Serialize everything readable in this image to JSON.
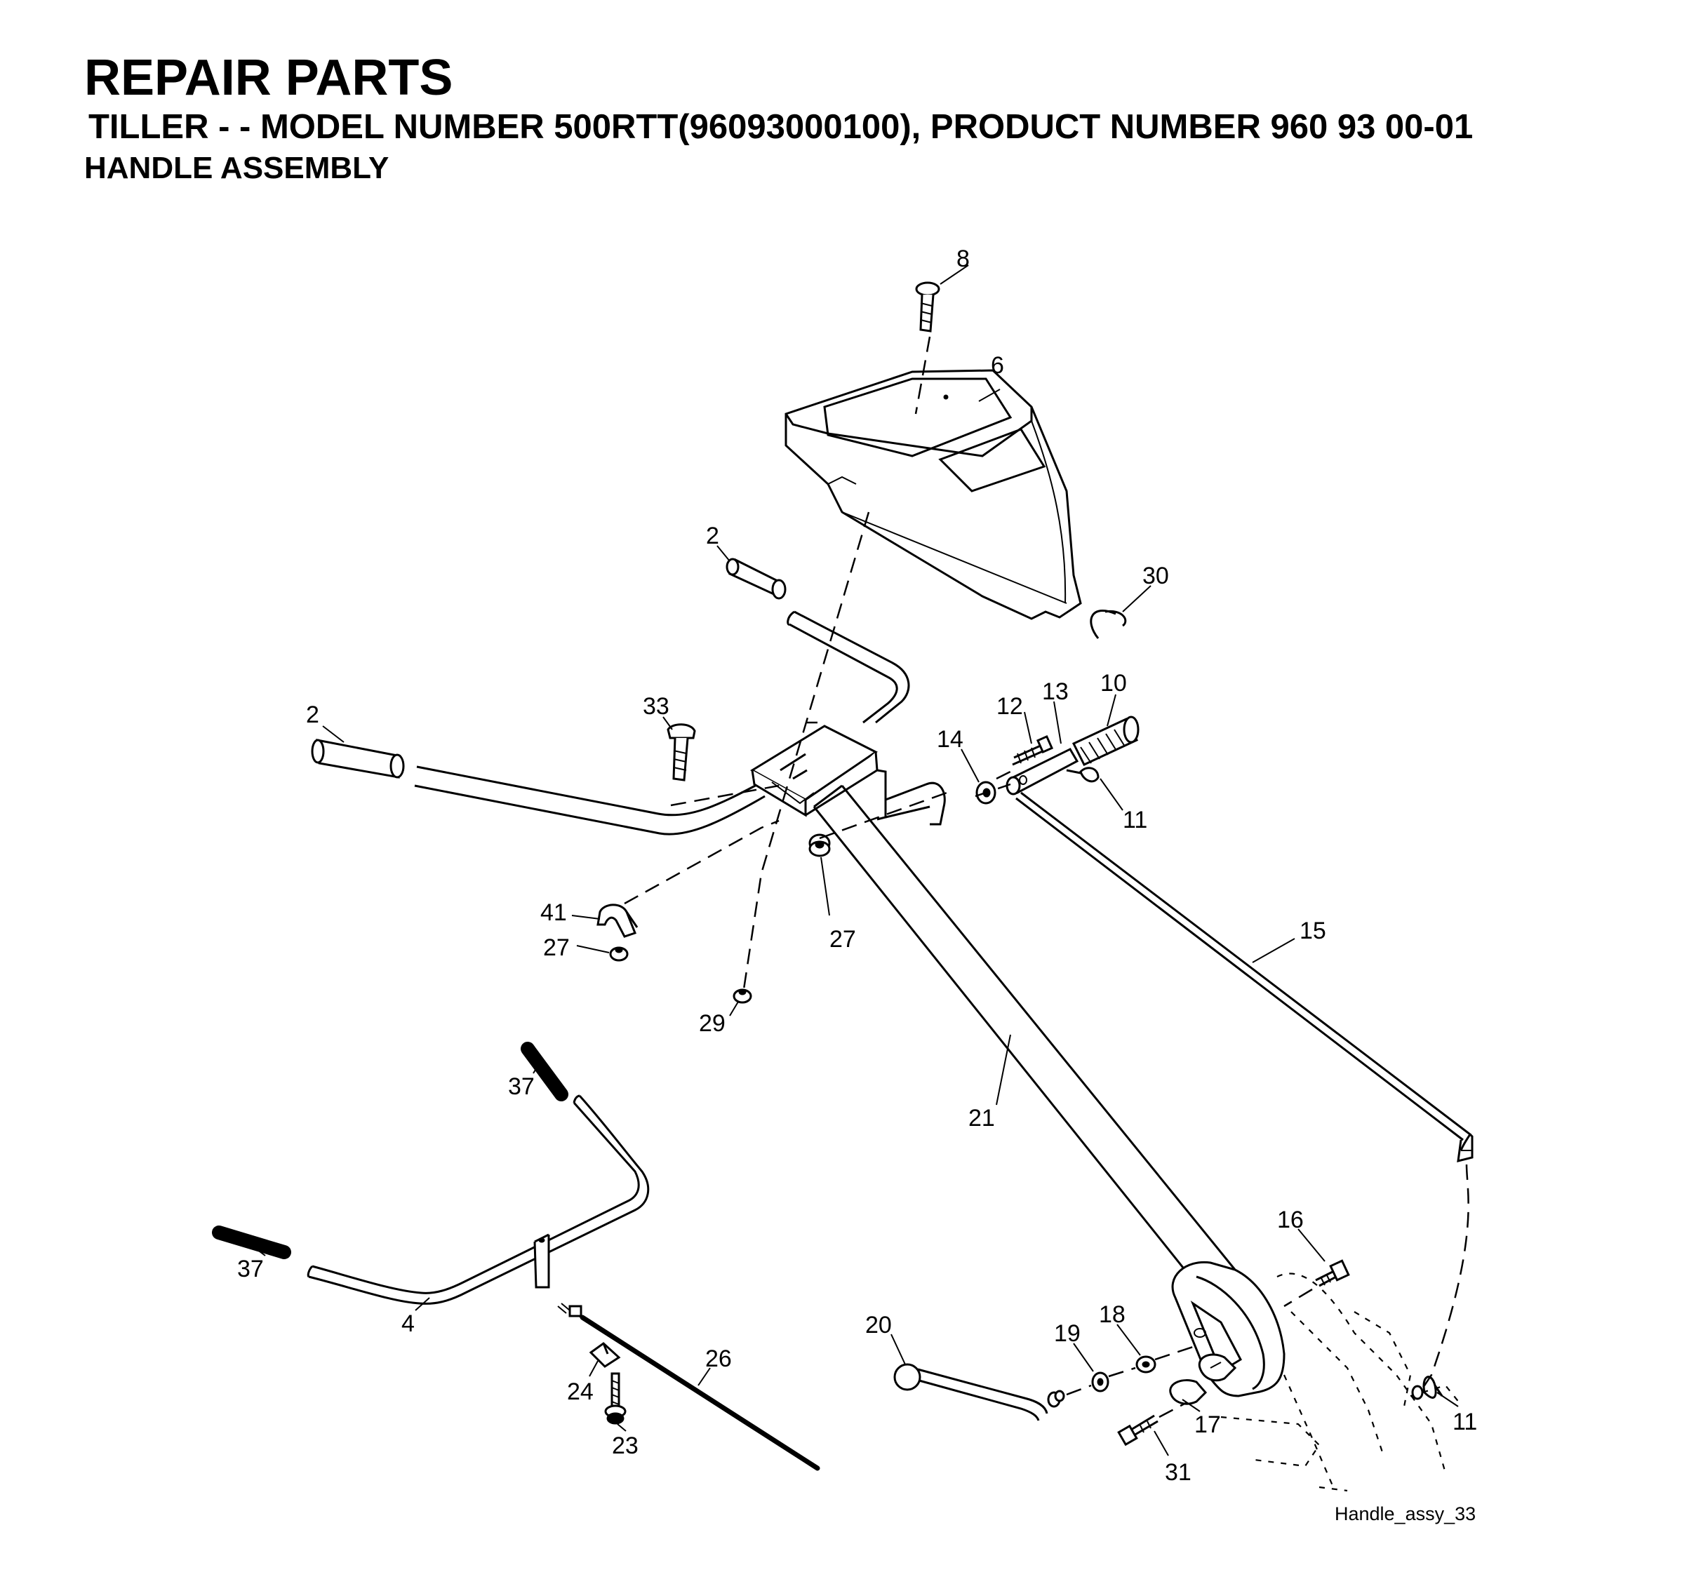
{
  "header": {
    "title": "REPAIR PARTS",
    "subtitle": "TILLER - - MODEL NUMBER 500RTT(96093000100), PRODUCT NUMBER 960 93 00-01",
    "section": "HANDLE ASSEMBLY"
  },
  "footer": {
    "drawing_id": "Handle_assy_33"
  },
  "callouts": [
    "8",
    "6",
    "2",
    "30",
    "33",
    "2",
    "12",
    "13",
    "10",
    "14",
    "11",
    "41",
    "27",
    "27",
    "15",
    "29",
    "37",
    "21",
    "16",
    "37",
    "4",
    "20",
    "19",
    "18",
    "26",
    "24",
    "17",
    "11",
    "23",
    "31"
  ]
}
